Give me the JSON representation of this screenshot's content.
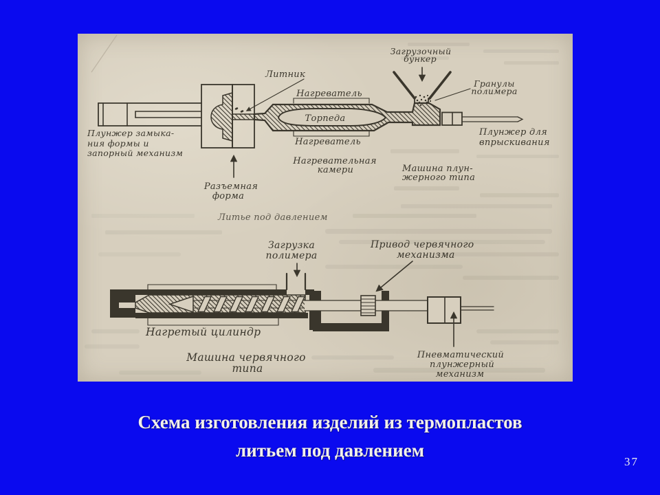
{
  "colors": {
    "background": "#0a0aef",
    "paper": "#d7cfbe",
    "ink": "#3a362c",
    "caption_text": "#f2f0ea"
  },
  "caption": {
    "line1": "Схема изготовления изделий из термопластов",
    "line2": "литьем под давлением"
  },
  "page_number": "37",
  "diagram": {
    "process_title": "Литье под давлением",
    "top_machine": {
      "sprue": "Литник",
      "heater_top": "Нагреватель",
      "heater_bottom": "Нагреватель",
      "torpedo": "Торпеда",
      "heating_chamber_line1": "Нагревательная",
      "heating_chamber_line2": "камери",
      "hopper_line1": "Загрузочный",
      "hopper_line2": "бункер",
      "granules_line1": "Гранулы",
      "granules_line2": "полимера",
      "injection_plunger_line1": "Плунжер для",
      "injection_plunger_line2": "впрыскивания",
      "clamp_line1": "Плунжер замыка-",
      "clamp_line2": "ния формы и",
      "clamp_line3": "запорный механизм",
      "mold_line1": "Разъемная",
      "mold_line2": "форма",
      "machine_line1": "Машина плун-",
      "machine_line2": "жерного типа"
    },
    "bottom_machine": {
      "feed_line1": "Загрузка",
      "feed_line2": "полимера",
      "drive_line1": "Привод червячного",
      "drive_line2": "механизма",
      "cylinder": "Нагретый цилиндр",
      "machine_line1": "Машина червячного",
      "machine_line2": "типа",
      "pneumatic_line1": "Пневматический",
      "pneumatic_line2": "плунжерный",
      "pneumatic_line3": "механизм"
    }
  }
}
